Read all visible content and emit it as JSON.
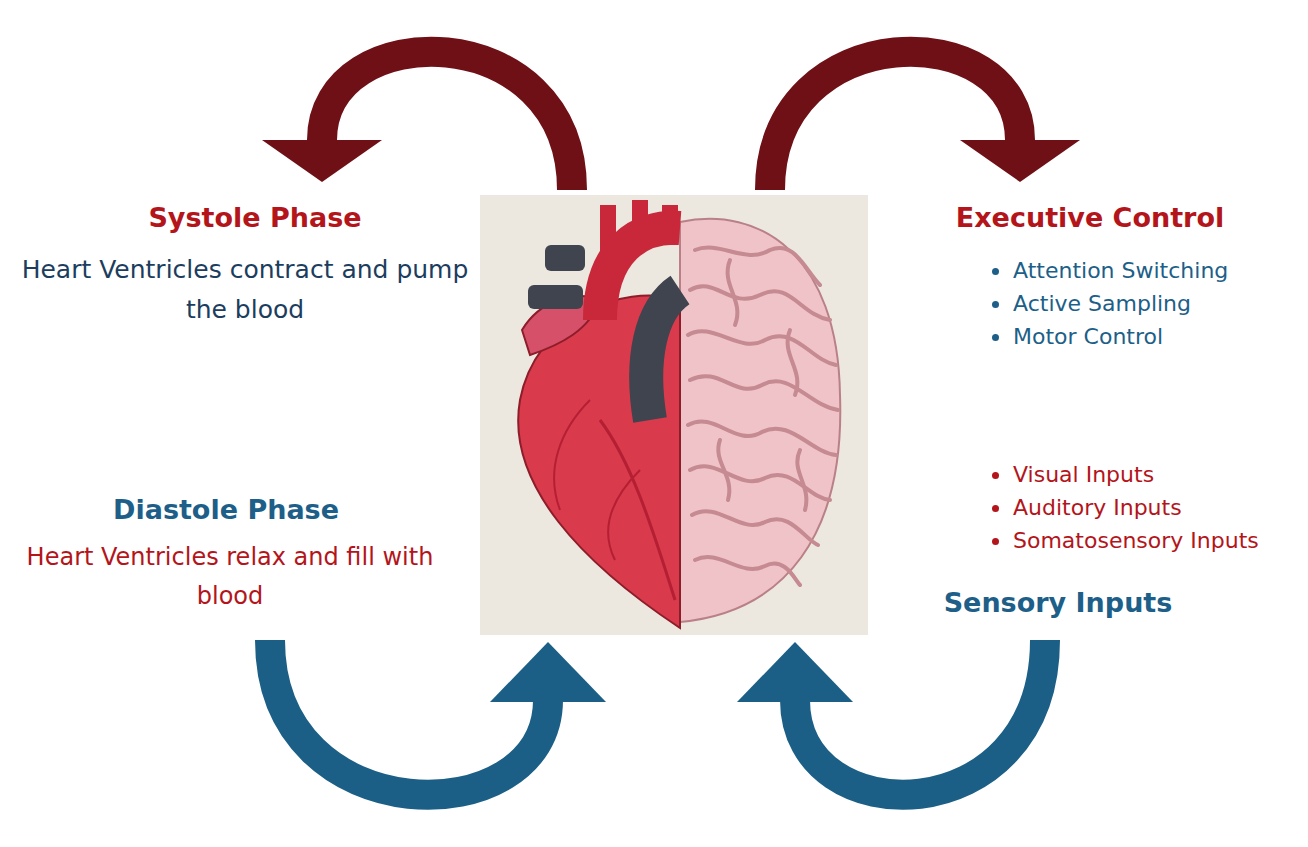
{
  "diagram": {
    "labels": [
      "Systole Phase",
      "Heart Ventricles contract and pump the blood",
      "Diastole Phase",
      "Heart Ventricles relax and fill with blood",
      "Executive Control",
      "Attention Switching",
      "Active Sampling",
      "Motor Control",
      "Visual Inputs",
      "Auditory Inputs",
      "Somatosensory Inputs",
      "Sensory Inputs"
    ]
  }
}
